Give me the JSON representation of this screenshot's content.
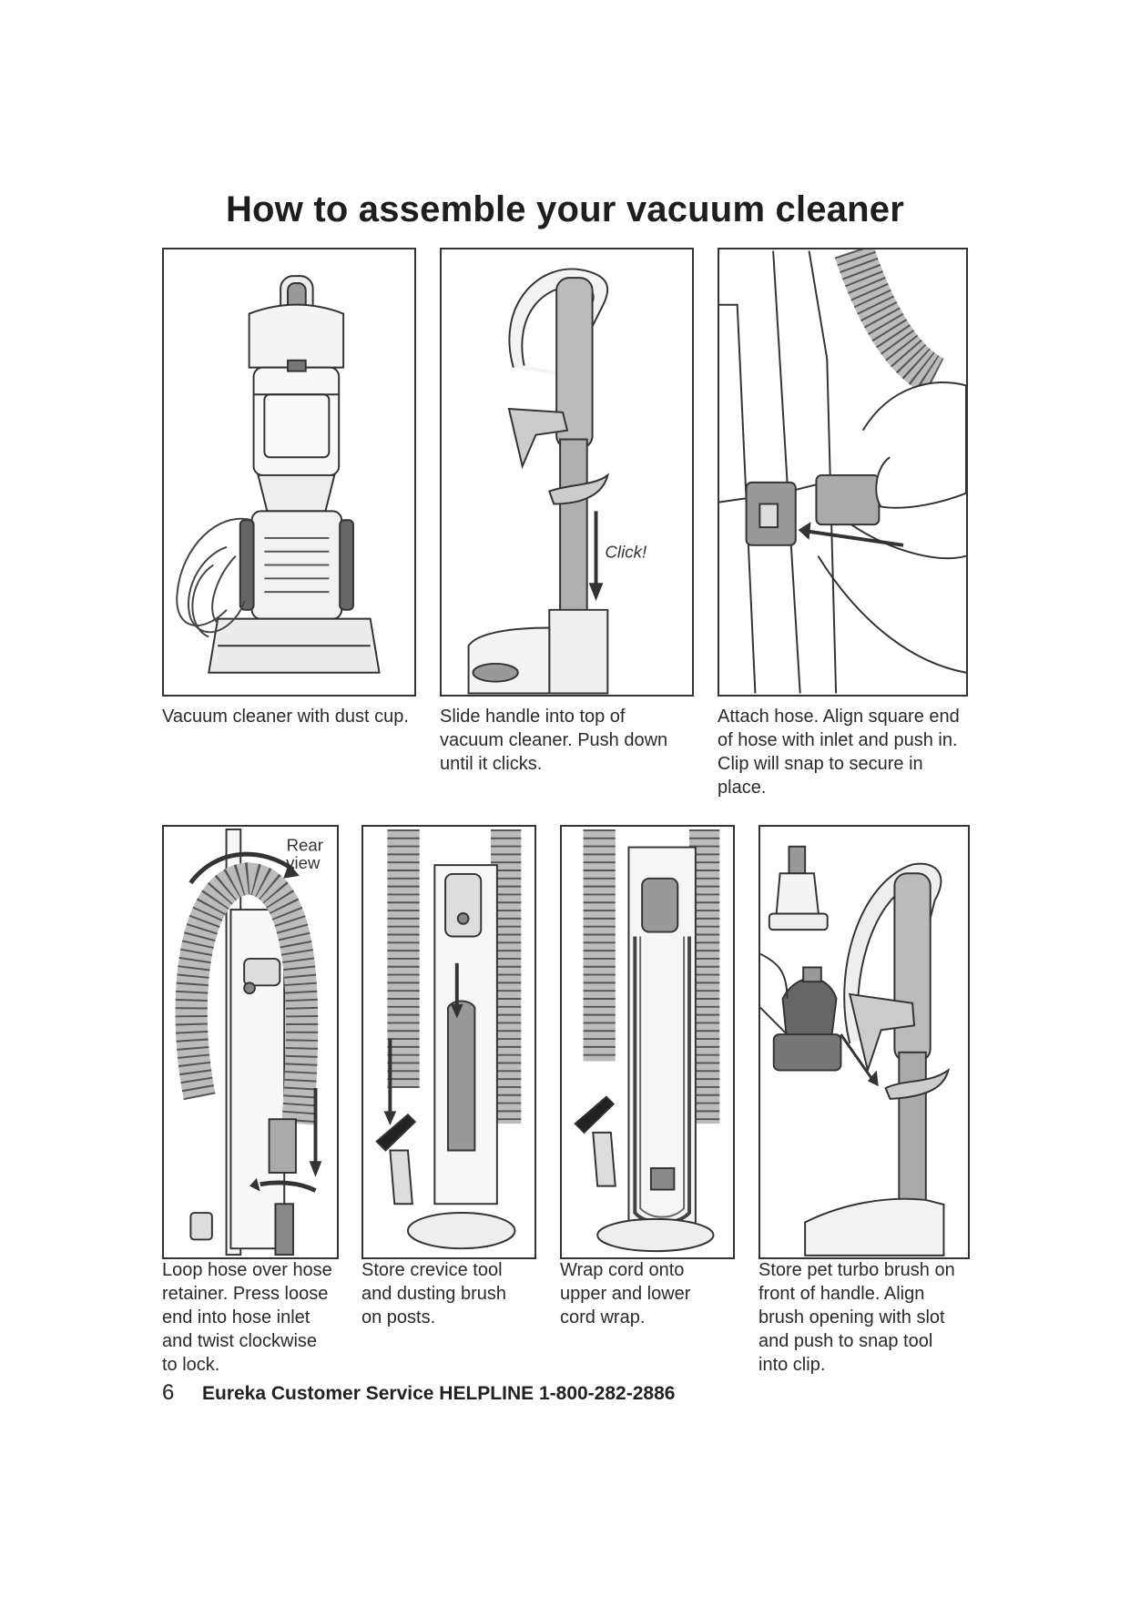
{
  "title": "How to assemble your vacuum cleaner",
  "steps": [
    {
      "caption": "Vacuum cleaner with dust cup."
    },
    {
      "caption": "Slide handle into top of\nvacuum cleaner. Push down\nuntil it clicks.",
      "label": "Click!"
    },
    {
      "caption": "Attach hose. Align square end\nof hose with inlet and push in.\nClip will snap to secure in\nplace."
    },
    {
      "caption": "Loop hose over hose\nretainer. Press loose\nend into hose inlet\nand twist clockwise\nto lock.",
      "label": "Rear\nview"
    },
    {
      "caption": "Store crevice tool\nand dusting brush\non posts."
    },
    {
      "caption": "Wrap cord onto\nupper and lower\ncord wrap."
    },
    {
      "caption": "Store pet turbo brush on\nfront of handle. Align\nbrush opening with slot\nand push to snap tool\ninto clip."
    }
  ],
  "footer": {
    "page_number": "6",
    "helpline": "Eureka Customer Service HELPLINE 1-800-282-2886"
  }
}
